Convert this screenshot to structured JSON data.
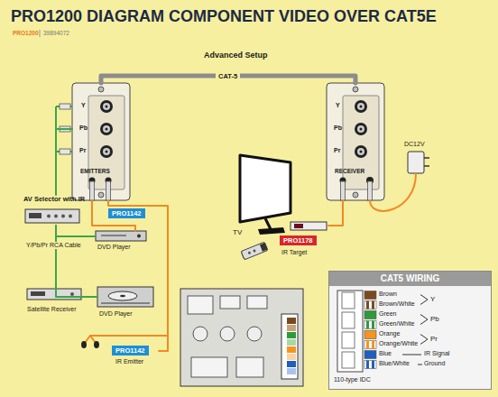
{
  "diagram": {
    "title": "PRO1200 DIAGRAM COMPONENT VIDEO OVER CAT5E",
    "nodes": [
      {
        "text": [
          "EMITTERS"
        ]
      },
      {
        "text": [
          "RECEIVER"
        ]
      },
      {
        "text": [
          "TV"
        ]
      },
      {
        "text": [
          "AV Selector with IR"
        ]
      },
      {
        "text": [
          "PRO1142"
        ]
      },
      {
        "text": [
          "DVD Player"
        ]
      },
      {
        "text": [
          "Satellite Receiver"
        ]
      },
      {
        "text": [
          "DVD Player"
        ]
      },
      {
        "text": [
          "PRO1142",
          "IR Emitter"
        ]
      },
      {
        "text": [
          "PRO1178",
          "IR Target"
        ]
      },
      {
        "text": [
          "CAT5 WIRING"
        ]
      }
    ],
    "edges": [
      {
        "from": 0,
        "to": 1,
        "arrow": "none",
        "label": "CAT-5"
      },
      {
        "from": 3,
        "to": 0,
        "arrow": "none"
      },
      {
        "from": 5,
        "to": 3,
        "arrow": "none"
      },
      {
        "from": 6,
        "to": 3,
        "arrow": "none"
      },
      {
        "from": 7,
        "to": 3,
        "arrow": "none"
      },
      {
        "from": 0,
        "to": 5,
        "arrow": "none"
      },
      {
        "from": 0,
        "to": 8,
        "arrow": "none"
      },
      {
        "from": 1,
        "to": 9,
        "arrow": "none"
      }
    ],
    "labels": [
      "PRO1200",
      "39894072",
      "Advanced Setup",
      "Y",
      "Pb",
      "Pr",
      "Y",
      "Pb",
      "Pr",
      "DC12V",
      "Y/Pb/Pr RCA Cable",
      "Brown",
      "Brown/White",
      "Y",
      "Green",
      "Green/White",
      "Pb",
      "Orange",
      "Orange/White",
      "Pr",
      "Blue",
      "IR Signal",
      "Blue/White",
      "Ground",
      "110-type IDC"
    ]
  }
}
